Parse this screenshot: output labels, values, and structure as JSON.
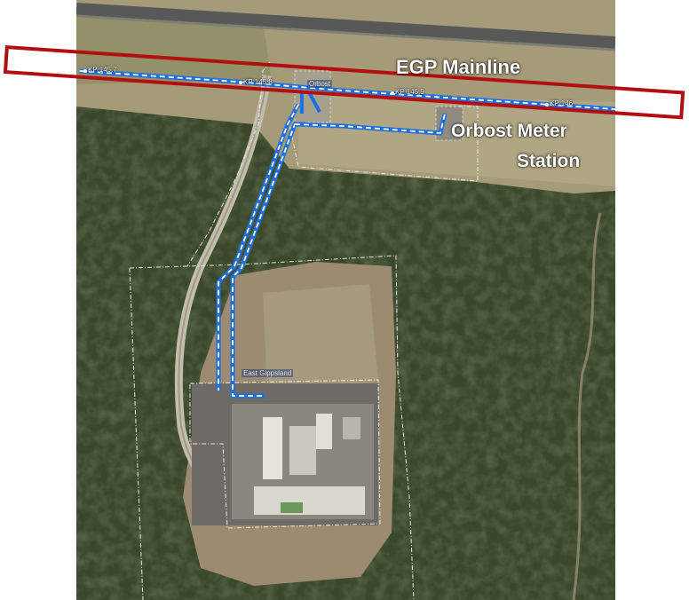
{
  "callouts": {
    "mainline": "EGP Mainline",
    "meter_station_line1": "Orbost Meter",
    "meter_station_line2": "Station"
  },
  "kp_markers": {
    "kp1": "KP 145.7",
    "kp2": "KP 145.8",
    "kp3": "KP 145.9",
    "kp4": "KP 146"
  },
  "facility_labels": {
    "orbost": "Orbost",
    "east_gippsland": "East Gippsland"
  },
  "colors": {
    "pipeline": "#1e6fe0",
    "pipeline_dash": "#ffffff",
    "highlight_box": "#b01010",
    "boundary": "#e8e8e8"
  }
}
